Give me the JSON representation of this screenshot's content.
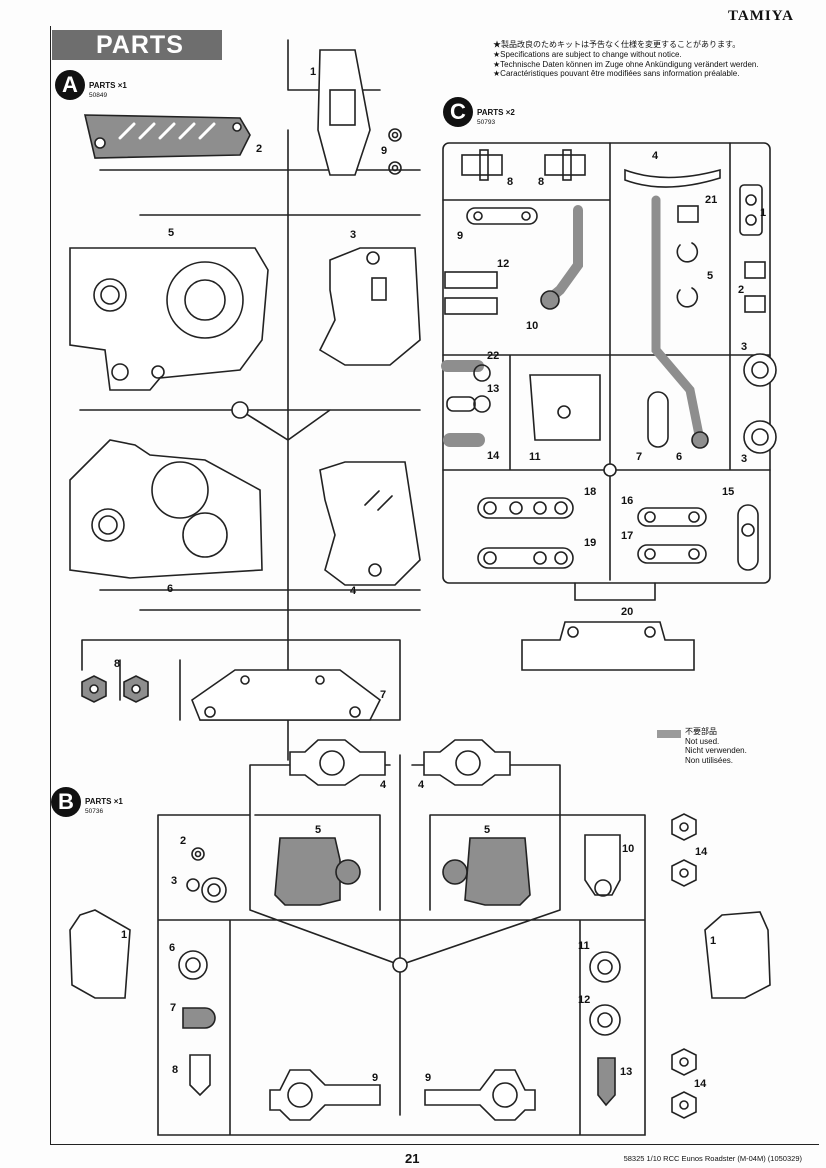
{
  "brand": "TAMIYA",
  "header": {
    "title": "PARTS"
  },
  "notes": [
    "★製品改良のためキットは予告なく仕様を変更することがあります。",
    "★Specifications are subject to change without notice.",
    "★Technische Daten können im Zuge ohne Ankündigung verändert werden.",
    "★Caractéristiques pouvant être modifiées sans information préalable."
  ],
  "sections": {
    "A": {
      "letter": "A",
      "label": "PARTS ×1",
      "code": "50849"
    },
    "B": {
      "letter": "B",
      "label": "PARTS ×1",
      "code": "50736"
    },
    "C": {
      "letter": "C",
      "label": "PARTS ×2",
      "code": "50793"
    }
  },
  "parts_a": [
    "1",
    "2",
    "9",
    "5",
    "3",
    "6",
    "4",
    "8",
    "7"
  ],
  "parts_b": [
    "4",
    "4",
    "2",
    "3",
    "5",
    "5",
    "10",
    "14",
    "1",
    "1",
    "6",
    "11",
    "7",
    "12",
    "8",
    "13",
    "9",
    "9",
    "14"
  ],
  "parts_c": [
    "4",
    "8",
    "8",
    "21",
    "1",
    "9",
    "12",
    "5",
    "2",
    "10",
    "22",
    "3",
    "13",
    "14",
    "11",
    "7",
    "6",
    "3",
    "18",
    "16",
    "15",
    "17",
    "19",
    "20"
  ],
  "legend": {
    "ja": "不要部品",
    "en": "Not used.",
    "de": "Nicht verwenden.",
    "fr": "Non utilisées."
  },
  "footer": {
    "page": "21",
    "id": "58325 1/10 RCC Eunos Roadster (M-04M) (1050329)"
  },
  "colors": {
    "unused": "#9a9a9a",
    "banner": "#6e6e6e",
    "line": "#222222"
  }
}
